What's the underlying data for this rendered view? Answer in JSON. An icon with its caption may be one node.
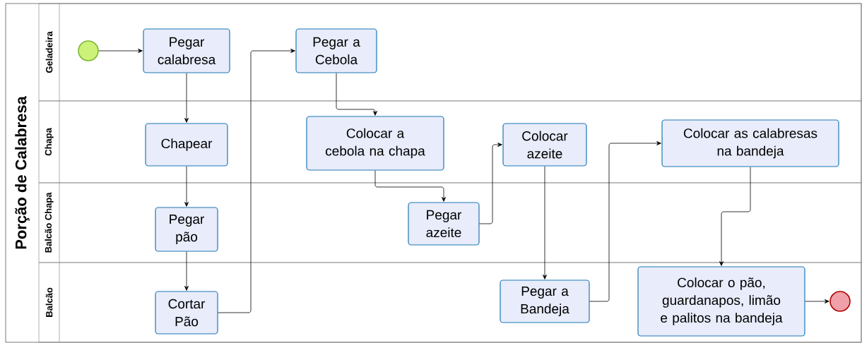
{
  "diagram": {
    "nodes": [
      {
        "text": [
          "Porção de Calabresa"
        ]
      },
      {
        "text": [
          "Geladeira"
        ],
        "in": 0
      },
      {
        "text": [
          "Chapa"
        ],
        "in": 0
      },
      {
        "text": [
          "Balcão Chapa"
        ],
        "in": 0
      },
      {
        "text": [
          "Balcão"
        ],
        "in": 0
      },
      {
        "text": [],
        "shape": "circle",
        "in": 1
      },
      {
        "text": [
          "Pegar calabresa"
        ],
        "in": 1
      },
      {
        "text": [
          "Pegar a Cebola"
        ],
        "in": 1
      },
      {
        "text": [
          "Chapear"
        ],
        "in": 2
      },
      {
        "text": [
          "Colocar a cebola na chapa"
        ],
        "in": 2
      },
      {
        "text": [
          "Colocar azeite"
        ],
        "in": 2
      },
      {
        "text": [
          "Colocar as calabresas na bandeja"
        ],
        "in": 2
      },
      {
        "text": [
          "Pegar pão"
        ],
        "in": 3
      },
      {
        "text": [
          "Pegar azeite"
        ],
        "in": 3
      },
      {
        "text": [
          "Cortar Pão"
        ],
        "in": 4
      },
      {
        "text": [
          "Pegar a Bandeja"
        ],
        "in": 4
      },
      {
        "text": [
          "Colocar o pão, guardanapos, limão e palitos na bandeja"
        ],
        "in": 4
      },
      {
        "text": [],
        "shape": "circle",
        "in": 4
      }
    ],
    "edges": [
      {
        "from": 5,
        "to": 6,
        "arrow": "to"
      },
      {
        "from": 6,
        "to": 8,
        "arrow": "to"
      },
      {
        "from": 8,
        "to": 12,
        "arrow": "to"
      },
      {
        "from": 12,
        "to": 14,
        "arrow": "to"
      },
      {
        "from": 14,
        "to": 7,
        "arrow": "to"
      },
      {
        "from": 7,
        "to": 9,
        "arrow": "to"
      },
      {
        "from": 9,
        "to": 13,
        "arrow": "to"
      },
      {
        "from": 13,
        "to": 10,
        "arrow": "to"
      },
      {
        "from": 10,
        "to": 15,
        "arrow": "to"
      },
      {
        "from": 15,
        "to": 11,
        "arrow": "to"
      },
      {
        "from": 11,
        "to": 16,
        "arrow": "to"
      },
      {
        "from": 16,
        "to": 17,
        "arrow": "to"
      }
    ]
  }
}
